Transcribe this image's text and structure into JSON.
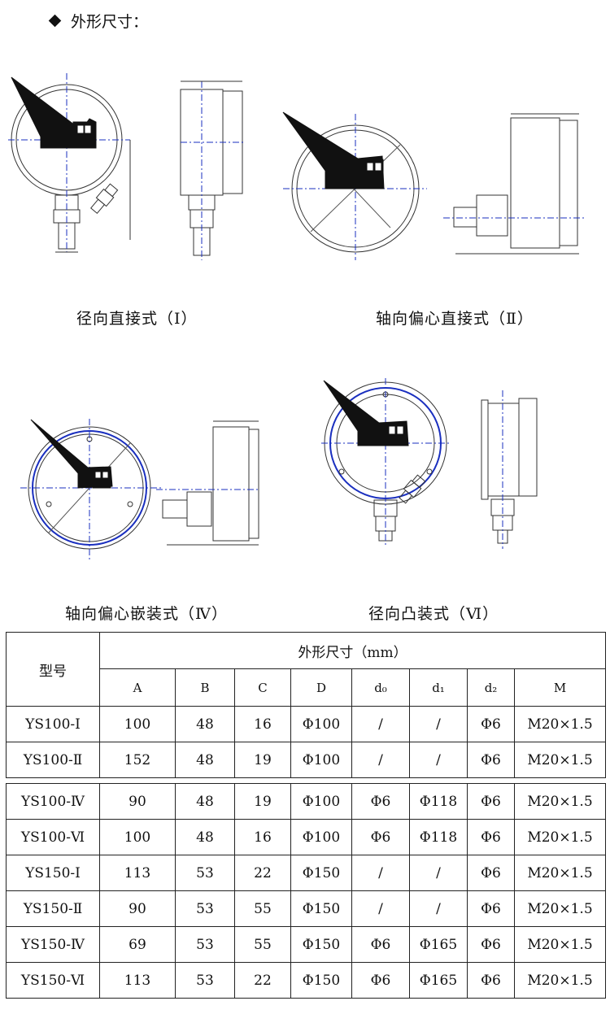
{
  "section_title": "外形尺寸：",
  "captions": {
    "c1": "径向直接式（Ⅰ）",
    "c2": "轴向偏心直接式（Ⅱ）",
    "c3": "轴向偏心嵌装式（Ⅳ）",
    "c4": "径向凸装式（Ⅵ）"
  },
  "table": {
    "model_header": "型号",
    "dims_header": "外形尺寸（mm）",
    "columns": [
      "A",
      "B",
      "C",
      "D",
      "d₀",
      "d₁",
      "d₂",
      "M"
    ],
    "rows": [
      [
        "YS100-Ⅰ",
        "100",
        "48",
        "16",
        "Φ100",
        "/",
        "/",
        "Φ6",
        "M20×1.5"
      ],
      [
        "YS100-Ⅱ",
        "152",
        "48",
        "19",
        "Φ100",
        "/",
        "/",
        "Φ6",
        "M20×1.5"
      ],
      [
        "YS100-Ⅳ",
        "90",
        "48",
        "19",
        "Φ100",
        "Φ6",
        "Φ118",
        "Φ6",
        "M20×1.5"
      ],
      [
        "YS100-Ⅵ",
        "100",
        "48",
        "16",
        "Φ100",
        "Φ6",
        "Φ118",
        "Φ6",
        "M20×1.5"
      ],
      [
        "YS150-Ⅰ",
        "113",
        "53",
        "22",
        "Φ150",
        "/",
        "/",
        "Φ6",
        "M20×1.5"
      ],
      [
        "YS150-Ⅱ",
        "90",
        "53",
        "55",
        "Φ150",
        "/",
        "/",
        "Φ6",
        "M20×1.5"
      ],
      [
        "YS150-Ⅳ",
        "69",
        "53",
        "55",
        "Φ150",
        "Φ6",
        "Φ165",
        "Φ6",
        "M20×1.5"
      ],
      [
        "YS150-Ⅵ",
        "113",
        "53",
        "22",
        "Φ150",
        "Φ6",
        "Φ165",
        "Φ6",
        "M20×1.5"
      ]
    ]
  },
  "colors": {
    "line": "#222222",
    "centerline": "#1a2fbf"
  }
}
